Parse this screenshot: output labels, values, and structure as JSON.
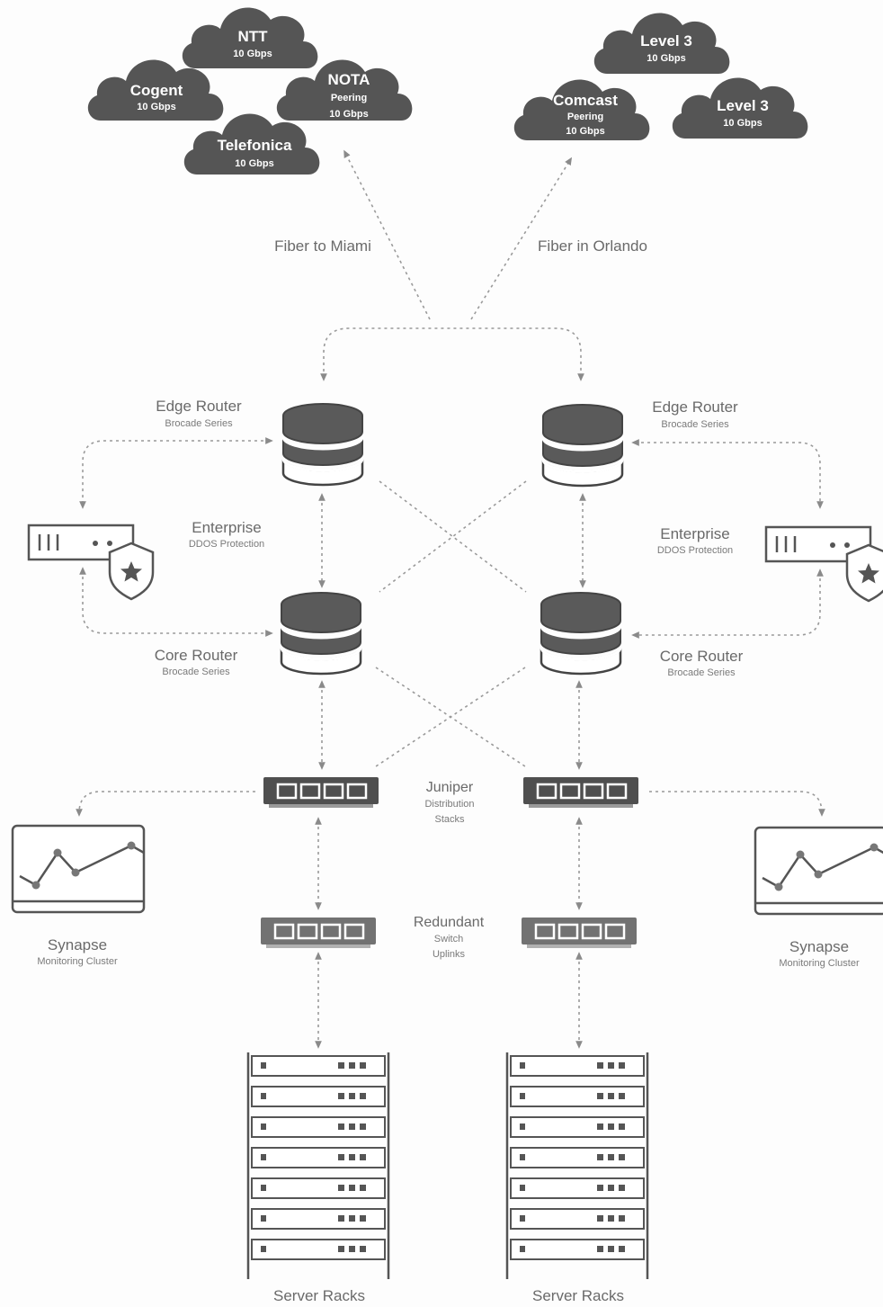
{
  "clouds": [
    {
      "id": "ntt",
      "name": "NTT",
      "sub1": "10 Gbps",
      "sub2": ""
    },
    {
      "id": "cogent",
      "name": "Cogent",
      "sub1": "10 Gbps",
      "sub2": ""
    },
    {
      "id": "nota",
      "name": "NOTA",
      "sub1": "Peering",
      "sub2": "10 Gbps"
    },
    {
      "id": "telefonica",
      "name": "Telefonica",
      "sub1": "10 Gbps",
      "sub2": ""
    },
    {
      "id": "level3-top",
      "name": "Level 3",
      "sub1": "10 Gbps",
      "sub2": ""
    },
    {
      "id": "comcast",
      "name": "Comcast",
      "sub1": "Peering",
      "sub2": "10 Gbps"
    },
    {
      "id": "level3-right",
      "name": "Level 3",
      "sub1": "10 Gbps",
      "sub2": ""
    }
  ],
  "fiber": {
    "left": "Fiber to Miami",
    "right": "Fiber in Orlando"
  },
  "edge_router": {
    "title": "Edge Router",
    "subtitle": "Brocade Series"
  },
  "core_router": {
    "title": "Core Router",
    "subtitle": "Brocade Series"
  },
  "ddos": {
    "title": "Enterprise",
    "subtitle": "DDOS Protection"
  },
  "juniper": {
    "line1": "Juniper",
    "line2": "Distribution",
    "line3": "Stacks"
  },
  "redundant": {
    "line1": "Redundant",
    "line2": "Switch",
    "line3": "Uplinks"
  },
  "synapse": {
    "title": "Synapse",
    "subtitle": "Monitoring Cluster"
  },
  "racks": {
    "label": "Server Racks"
  },
  "colors": {
    "cloud": "#555555",
    "device": "#565656",
    "outline": "#444444",
    "line": "#9a9a9a",
    "text": "#6a6a6a"
  }
}
